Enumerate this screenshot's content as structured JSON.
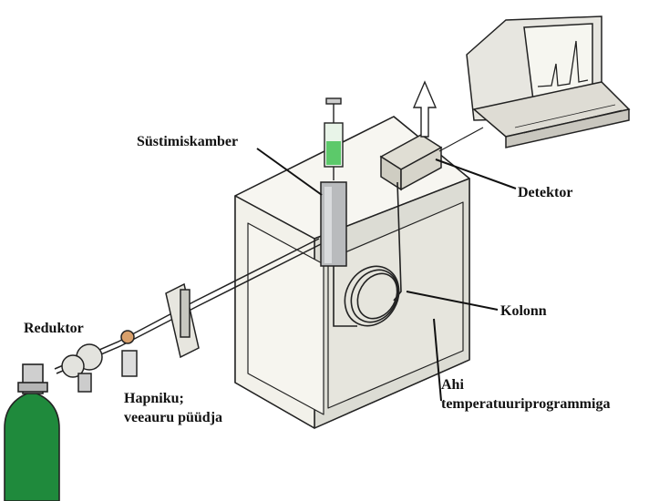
{
  "labels": {
    "injection": "Süstimiskamber",
    "detector": "Detektor",
    "reducer": "Reduktor",
    "column": "Kolonn",
    "filter_line1": "Hapniku;",
    "filter_line2": "veeauru püüdja",
    "oven_line1": "Ahi",
    "oven_line2": "temperatuuriprogrammiga"
  },
  "colors": {
    "oven_front": "#f3f2ec",
    "oven_side": "#dcdcd4",
    "cylinder": "#1f8a3c",
    "syringe_liquid": "#5cc96a",
    "outline": "#222222"
  },
  "icons": [
    "gas-cylinder-icon",
    "regulator-icon",
    "trap-icon",
    "computer-monitor-icon",
    "keyboard-icon",
    "exhaust-arrow-icon"
  ]
}
